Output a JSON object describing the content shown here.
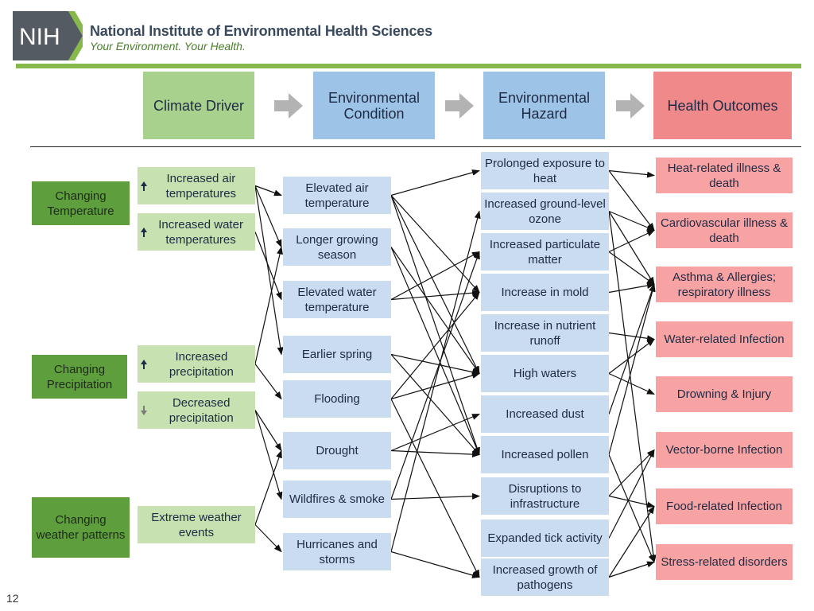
{
  "header": {
    "logo_text": "NIH",
    "org_name": "National Institute of Environmental Health Sciences",
    "tagline": "Your Environment. Your Health."
  },
  "columns": [
    "Climate Driver",
    "Environmental Condition",
    "Environmental Hazard",
    "Health Outcomes"
  ],
  "drivers": [
    "Changing Temperature",
    "Changing Precipitation",
    "Changing weather patterns"
  ],
  "sub_drivers": [
    {
      "label": "Increased air temperatures",
      "arrow": "up"
    },
    {
      "label": "Increased water temperatures",
      "arrow": "up"
    },
    {
      "label": "Increased precipitation",
      "arrow": "up"
    },
    {
      "label": "Decreased precipitation",
      "arrow": "down"
    },
    {
      "label": "Extreme weather events",
      "arrow": "none"
    }
  ],
  "conditions": [
    "Elevated air temperature",
    "Longer growing season",
    "Elevated water temperature",
    "Earlier spring",
    "Flooding",
    "Drought",
    "Wildfires & smoke",
    "Hurricanes and storms"
  ],
  "hazards": [
    "Prolonged exposure to heat",
    "Increased ground-level ozone",
    "Increased particulate matter",
    "Increase in mold",
    "Increase in nutrient runoff",
    "High waters",
    "Increased dust",
    "Increased pollen",
    "Disruptions to infrastructure",
    "Expanded tick activity",
    "Increased growth of pathogens"
  ],
  "outcomes": [
    "Heat-related illness & death",
    "Cardiovascular illness & death",
    "Asthma & Allergies; respiratory illness",
    "Water-related Infection",
    "Drowning & Injury",
    "Vector-borne Infection",
    "Food-related Infection",
    "Stress-related disorders"
  ],
  "page_number": "12",
  "colors": {
    "driver": "#5e9e3c",
    "sub_driver": "#c7e2b0",
    "condition": "#c9dcf0",
    "hazard": "#c9dcf0",
    "outcome": "#f7a3a3",
    "accent_bar": "#86b84a"
  },
  "links": [
    [
      "s0",
      "c0"
    ],
    [
      "s0",
      "c1"
    ],
    [
      "s0",
      "c3"
    ],
    [
      "s1",
      "c2"
    ],
    [
      "s2",
      "c1"
    ],
    [
      "s2",
      "c4"
    ],
    [
      "s3",
      "c5"
    ],
    [
      "s3",
      "c6"
    ],
    [
      "s4",
      "c5"
    ],
    [
      "s4",
      "c7"
    ],
    [
      "c0",
      "h0"
    ],
    [
      "c0",
      "h3"
    ],
    [
      "c0",
      "h5"
    ],
    [
      "c0",
      "h7"
    ],
    [
      "c1",
      "h5"
    ],
    [
      "c1",
      "h7"
    ],
    [
      "c2",
      "h2"
    ],
    [
      "c2",
      "h3"
    ],
    [
      "c3",
      "h7"
    ],
    [
      "c3",
      "h5"
    ],
    [
      "c4",
      "h3"
    ],
    [
      "c4",
      "h5"
    ],
    [
      "c4",
      "h10"
    ],
    [
      "c5",
      "h6"
    ],
    [
      "c5",
      "h7"
    ],
    [
      "c6",
      "h2"
    ],
    [
      "c6",
      "h8"
    ],
    [
      "c7",
      "h1"
    ],
    [
      "c7",
      "h10"
    ],
    [
      "h0",
      "o0"
    ],
    [
      "h0",
      "o1"
    ],
    [
      "h1",
      "o1"
    ],
    [
      "h1",
      "o2"
    ],
    [
      "h2",
      "o1"
    ],
    [
      "h2",
      "o2"
    ],
    [
      "h3",
      "o2"
    ],
    [
      "h4",
      "o3"
    ],
    [
      "h5",
      "o4"
    ],
    [
      "h5",
      "o3"
    ],
    [
      "h6",
      "o2"
    ],
    [
      "h7",
      "o2"
    ],
    [
      "h8",
      "o6"
    ],
    [
      "h9",
      "o5"
    ],
    [
      "h10",
      "o6"
    ],
    [
      "h10",
      "o7"
    ],
    [
      "h1",
      "o7"
    ],
    [
      "h7",
      "o7"
    ],
    [
      "h8",
      "o5"
    ]
  ]
}
